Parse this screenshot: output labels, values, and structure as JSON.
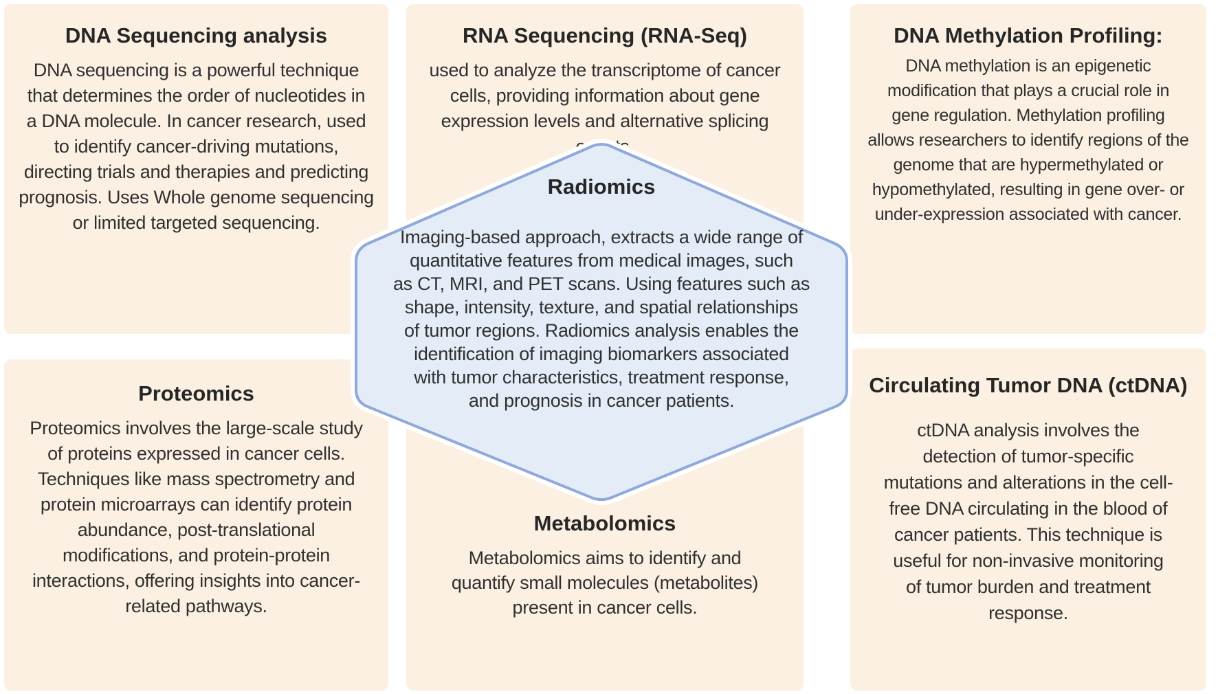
{
  "diagram": {
    "background_color": "#ffffff",
    "card_color": "#fbf0e2",
    "hexagon_fill_color": "#e4ecf8",
    "hexagon_border_color": "#8ea9da",
    "body_text_color": "#303030",
    "title_text_color": "#262626"
  },
  "cards": [
    {
      "id": "dna-sequencing",
      "title": "DNA Sequencing analysis",
      "body": "DNA sequencing is a powerful technique\nthat determines the order of nucleotides in\na DNA molecule. In cancer research, used\nto identify cancer-driving mutations,\ndirecting trials and therapies and predicting\nprognosis. Uses Whole genome sequencing\nor limited targeted sequencing."
    },
    {
      "id": "rna-sequencing",
      "title": "RNA Sequencing (RNA-Seq)",
      "body": "used to analyze the transcriptome of cancer\ncells, providing information about gene\nexpression levels and alternative splicing\nevents."
    },
    {
      "id": "dna-methylation",
      "title": "DNA Methylation Profiling:",
      "body": "DNA methylation is an epigenetic\nmodification that plays a crucial role in\ngene regulation. Methylation profiling\nallows researchers to identify regions of the\ngenome that are hypermethylated or\nhypomethylated, resulting in gene over- or\nunder-expression associated with cancer."
    },
    {
      "id": "proteomics",
      "title": "Proteomics",
      "body": "Proteomics involves the large-scale study\nof proteins expressed in cancer cells.\nTechniques like mass spectrometry and\nprotein microarrays can identify protein\nabundance, post-translational\nmodifications, and protein-protein\ninteractions, offering insights into cancer-\nrelated pathways."
    },
    {
      "id": "metabolomics",
      "title": "Metabolomics",
      "body": "Metabolomics aims to identify and\nquantify small molecules (metabolites)\npresent in cancer cells."
    },
    {
      "id": "ctdna",
      "title": "Circulating Tumor DNA (ctDNA)",
      "body": "ctDNA analysis involves the\ndetection of tumor-specific\nmutations and alterations in the cell-\nfree DNA circulating in the blood of\ncancer patients. This technique is\nuseful for non-invasive monitoring\nof tumor burden and treatment\nresponse."
    }
  ],
  "hexagon": {
    "title": "Radiomics",
    "body": "Imaging-based approach, extracts a wide range of\nquantitative features from medical images, such\nas CT, MRI, and PET scans. Using features such as\nshape, intensity, texture, and spatial relationships\nof tumor regions. Radiomics analysis enables the\nidentification of imaging biomarkers associated\nwith tumor characteristics, treatment response,\nand prognosis in cancer patients."
  }
}
